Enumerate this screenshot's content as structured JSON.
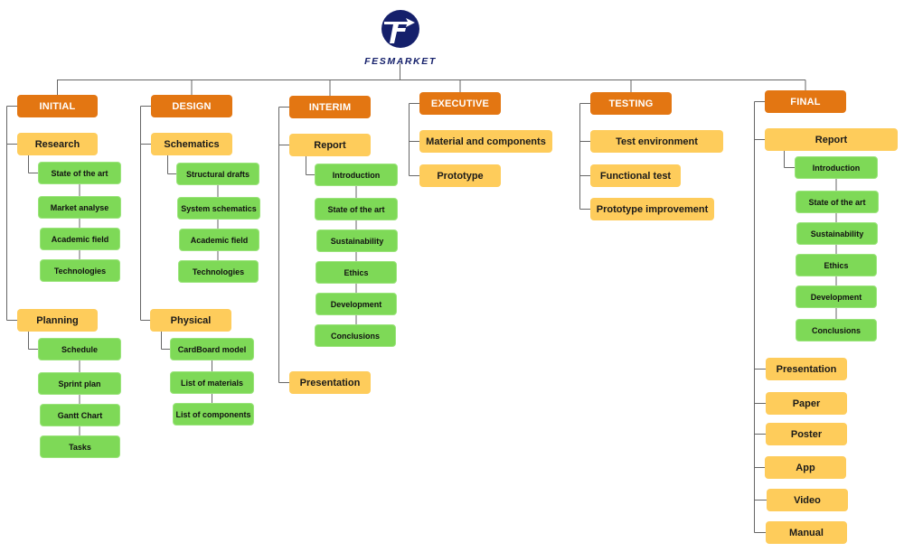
{
  "logo": {
    "text": "FESMARKET",
    "color": "#15206B"
  },
  "colors": {
    "phase": "#E37612",
    "item": "#FECC5B",
    "leaf": "#7ED957",
    "line": "#666666"
  },
  "phases": [
    {
      "label": "INITIAL",
      "items": [
        {
          "label": "Research",
          "children": [
            "State of the art",
            "Market analyse",
            "Academic field",
            "Technologies"
          ]
        },
        {
          "label": "Planning",
          "children": [
            "Schedule",
            "Sprint plan",
            "Gantt Chart",
            "Tasks"
          ]
        }
      ]
    },
    {
      "label": "DESIGN",
      "items": [
        {
          "label": "Schematics",
          "children": [
            "Structural drafts",
            "System schematics",
            "Academic field",
            "Technologies"
          ]
        },
        {
          "label": "Physical",
          "children": [
            "CardBoard model",
            "List of materials",
            "List of components"
          ]
        }
      ]
    },
    {
      "label": "INTERIM",
      "items": [
        {
          "label": "Report",
          "children": [
            "Introduction",
            "State of the art",
            "Sustainability",
            "Ethics",
            "Development",
            "Conclusions"
          ]
        },
        {
          "label": "Presentation",
          "children": []
        }
      ]
    },
    {
      "label": "EXECUTIVE",
      "items": [
        {
          "label": "Material and components",
          "children": []
        },
        {
          "label": "Prototype",
          "children": []
        }
      ]
    },
    {
      "label": "TESTING",
      "items": [
        {
          "label": "Test environment",
          "children": []
        },
        {
          "label": "Functional test",
          "children": []
        },
        {
          "label": "Prototype improvement",
          "children": []
        }
      ]
    },
    {
      "label": "FINAL",
      "items": [
        {
          "label": "Report",
          "children": [
            "Introduction",
            "State of the art",
            "Sustainability",
            "Ethics",
            "Development",
            "Conclusions"
          ]
        },
        {
          "label": "Presentation",
          "children": []
        },
        {
          "label": "Paper",
          "children": []
        },
        {
          "label": "Poster",
          "children": []
        },
        {
          "label": "App",
          "children": []
        },
        {
          "label": "Video",
          "children": []
        },
        {
          "label": "Manual",
          "children": []
        }
      ]
    }
  ]
}
